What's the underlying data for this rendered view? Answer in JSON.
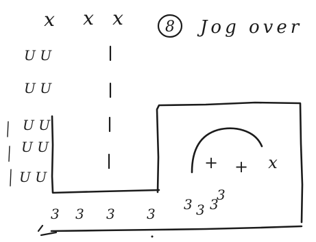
{
  "play": {
    "number": "8",
    "title": "Jog over"
  },
  "top_markers": [
    "x",
    "x",
    "x"
  ],
  "left_marks": [
    "U U",
    "U U",
    "U U",
    "U U",
    "U U"
  ],
  "bottom_marks": [
    "3",
    "3",
    "3",
    "3",
    "3",
    "3",
    "3",
    "3"
  ],
  "play_markers": [
    "+",
    "+",
    "x"
  ]
}
